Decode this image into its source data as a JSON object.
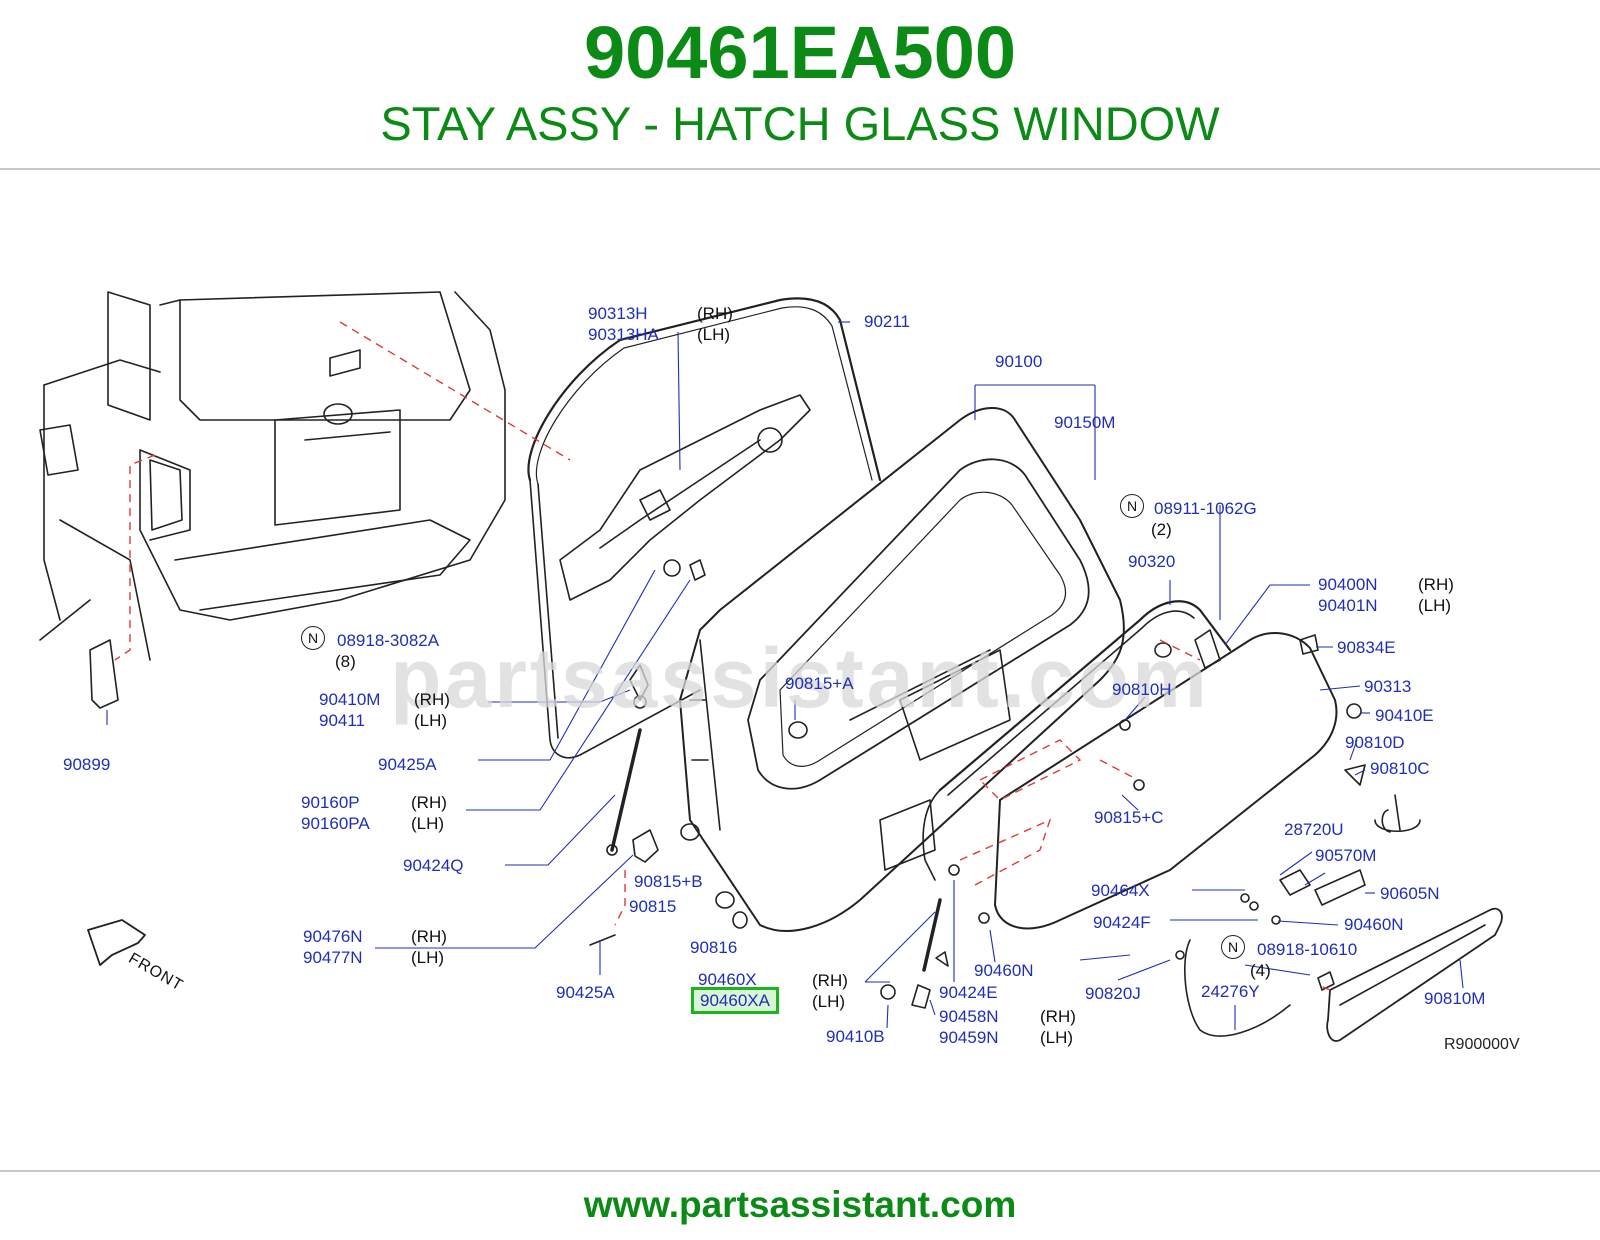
{
  "header": {
    "part_number": "90461EA500",
    "description": "STAY ASSY - HATCH GLASS WINDOW"
  },
  "watermark": "partsassistant.com",
  "footer": {
    "url": "www.partsassistant.com"
  },
  "diagram": {
    "ref_code": "R900000V",
    "front_label": "FRONT",
    "labels": {
      "p90313H": "90313H",
      "p90313H_side": "(RH)",
      "p90313HA": "90313HA",
      "p90313HA_side": "(LH)",
      "p90211": "90211",
      "p90100": "90100",
      "p90150M": "90150M",
      "p08911": "08911-1062G",
      "p08911_qty": "(2)",
      "p90320": "90320",
      "p90400N": "90400N",
      "p90400N_side": "(RH)",
      "p90401N": "90401N",
      "p90401N_side": "(LH)",
      "p90834E": "90834E",
      "p90313": "90313",
      "p90410E": "90410E",
      "p90810H": "90810H",
      "p90810D": "90810D",
      "p90810C": "90810C",
      "p08918_3082A": "08918-3082A",
      "p08918_3082A_qty": "(8)",
      "p90410M": "90410M",
      "p90410M_side": "(RH)",
      "p90411": "90411",
      "p90411_side": "(LH)",
      "p90815A": "90815+A",
      "p90425A_1": "90425A",
      "p90160P": "90160P",
      "p90160P_side": "(RH)",
      "p90160PA": "90160PA",
      "p90160PA_side": "(LH)",
      "p90424Q": "90424Q",
      "p90815C": "90815+C",
      "p28720U": "28720U",
      "p90570M": "90570M",
      "p90815B": "90815+B",
      "p90815": "90815",
      "p90816": "90816",
      "p90464X": "90464X",
      "p90605N": "90605N",
      "p90424F": "90424F",
      "p90460N_1": "90460N",
      "p90476N": "90476N",
      "p90476N_side": "(RH)",
      "p90477N": "90477N",
      "p90477N_side": "(LH)",
      "p90899": "90899",
      "p90460N_2": "90460N",
      "p08918_10610": "08918-10610",
      "p08918_10610_qty": "(4)",
      "p90425A_2": "90425A",
      "p90460X": "90460X",
      "p90460X_side": "(RH)",
      "p90460XA": "90460XA",
      "p90460XA_side": "(LH)",
      "p90424E": "90424E",
      "p90820J": "90820J",
      "p24276Y": "24276Y",
      "p90810M": "90810M",
      "p90458N": "90458N",
      "p90458N_side": "(RH)",
      "p90459N": "90459N",
      "p90459N_side": "(LH)",
      "p90410B": "90410B",
      "n_badge": "N"
    }
  },
  "colors": {
    "brand_green": "#0b8a16",
    "part_label_blue": "#1f2fb8",
    "highlight_border": "#1db51d",
    "highlight_fill": "#d8f5d5",
    "dash_red": "#e03a3a",
    "outline": "#222222"
  }
}
